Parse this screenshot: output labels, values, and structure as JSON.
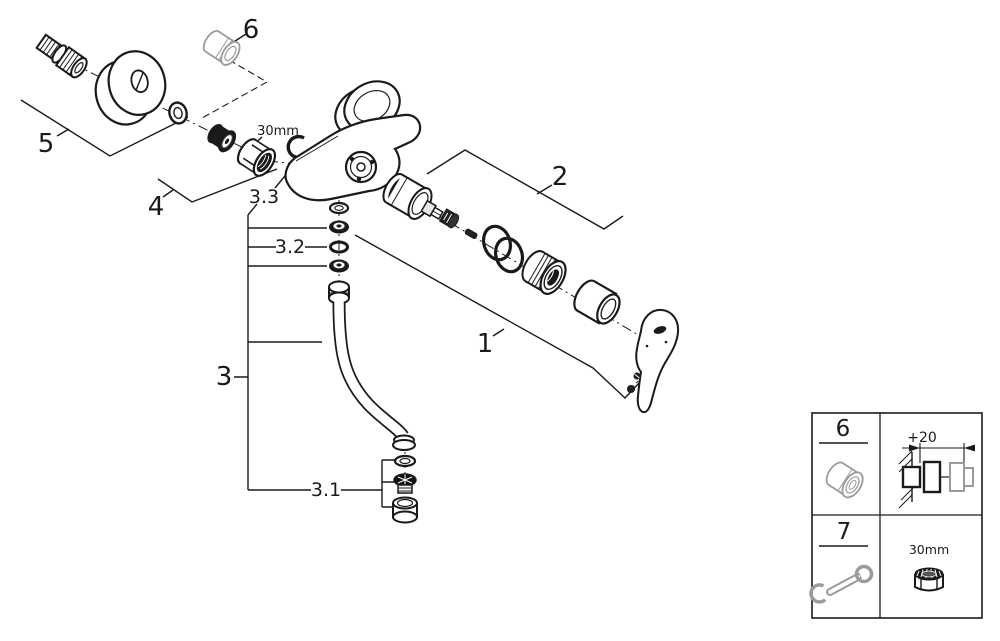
{
  "diagram": {
    "kind": "exploded-parts-diagram",
    "callouts": {
      "c5": "5",
      "c6": "6",
      "c4": "4",
      "c3": "3",
      "c33": "3.3",
      "c32": "3.2",
      "c31": "3.1",
      "c2": "2",
      "c1": "1",
      "nut_size": "30mm"
    },
    "legend": {
      "row1_number": "6",
      "row1_dimension": "+20",
      "row2_number": "7",
      "row2_tool_size": "30mm"
    },
    "parts": [
      "s-union",
      "escutcheon",
      "washer",
      "extension-nipple",
      "non-return-valve",
      "union-nut",
      "retaining-clip",
      "mixer-body",
      "cartridge",
      "cartridge-screw",
      "adapter-pin",
      "o-rings",
      "threaded-collar",
      "cap",
      "lever-handle",
      "handle-screw",
      "handle-plug",
      "spout-pipe",
      "flow-straightener",
      "aerator-shell",
      "wrench"
    ],
    "colors": {
      "line": "#1a1a1a",
      "muted": "#9b9b9b",
      "background": "#ffffff"
    }
  }
}
